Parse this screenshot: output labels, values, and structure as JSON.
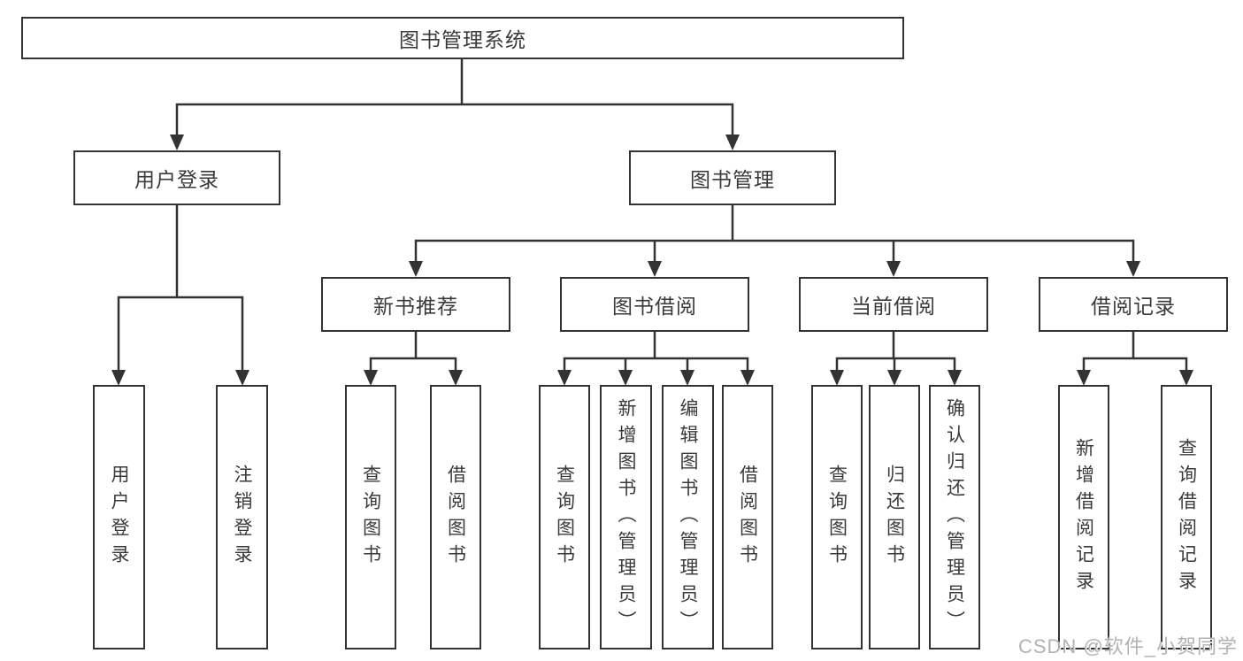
{
  "tree": {
    "label": "图书管理系统",
    "children": [
      {
        "label": "用户登录",
        "children": [
          {
            "label": "用户登录"
          },
          {
            "label": "注销登录"
          }
        ]
      },
      {
        "label": "图书管理",
        "children": [
          {
            "label": "新书推荐",
            "children": [
              {
                "label": "查询图书"
              },
              {
                "label": "借阅图书"
              }
            ]
          },
          {
            "label": "图书借阅",
            "children": [
              {
                "label": "查询图书"
              },
              {
                "label": "新增图书（管理员）"
              },
              {
                "label": "编辑图书（管理员）"
              },
              {
                "label": "借阅图书"
              }
            ]
          },
          {
            "label": "当前借阅",
            "children": [
              {
                "label": "查询图书"
              },
              {
                "label": "归还图书"
              },
              {
                "label": "确认归还（管理员）"
              }
            ]
          },
          {
            "label": "借阅记录",
            "children": [
              {
                "label": "新增借阅记录"
              },
              {
                "label": "查询借阅记录"
              }
            ]
          }
        ]
      }
    ]
  },
  "watermark": "CSDN @软件_小贺同学",
  "colors": {
    "line": "#333333",
    "box_border": "#333333",
    "text": "#3a3a3a",
    "watermark": "#b3b3b3",
    "background": "#ffffff"
  }
}
